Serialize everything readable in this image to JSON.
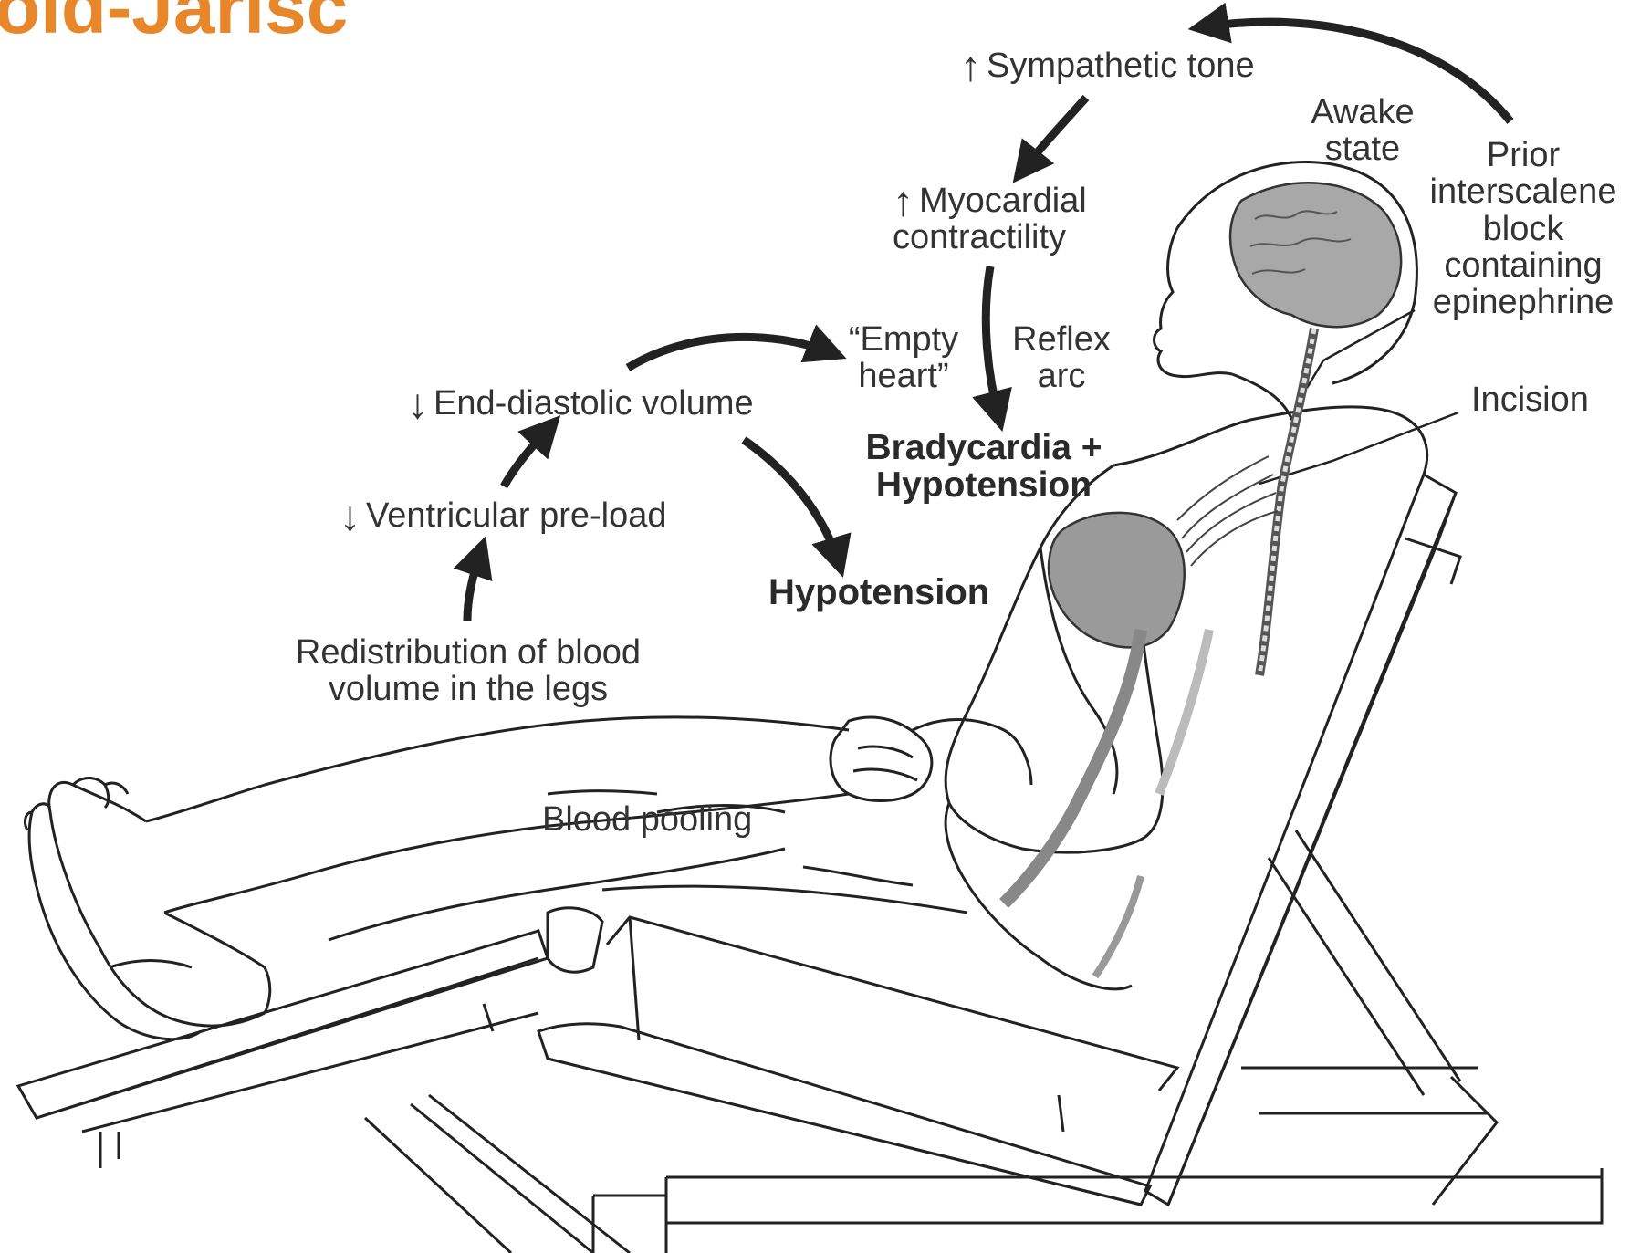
{
  "title": "old-Jarisc",
  "labels": {
    "sympathetic_tone": "Sympathetic tone",
    "awake_state": "Awake state",
    "prior_block": "Prior interscalene block containing epinephrine",
    "myocardial_contractility": "Myocardial contractility",
    "empty_heart": "“Empty heart”",
    "reflex_arc": "Reflex arc",
    "incision": "Incision",
    "end_diastolic_volume": "End-diastolic volume",
    "bradycardia_hypotension": "Bradycardia + Hypotension",
    "ventricular_preload": "Ventricular pre-load",
    "hypotension": "Hypotension",
    "redistribution": "Redistribution of blood volume in the legs",
    "blood_pooling": "Blood pooling"
  },
  "colors": {
    "title": "#e8862a",
    "line": "#222222",
    "fill_gray": "#9a9a9a"
  }
}
